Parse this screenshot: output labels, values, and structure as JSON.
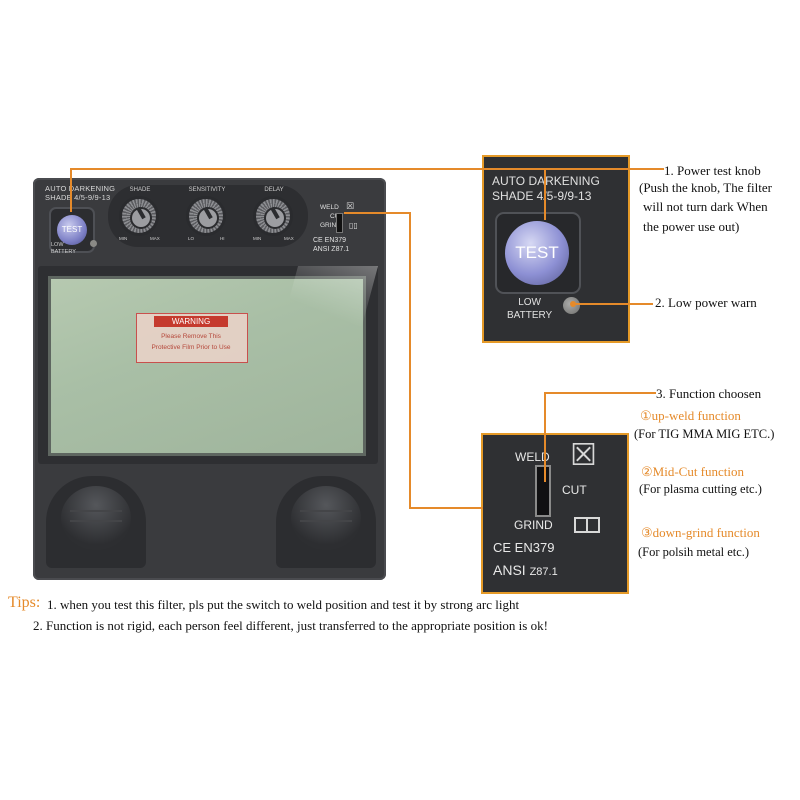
{
  "main_unit": {
    "brand_line1": "AUTO DARKENING",
    "brand_line2": "SHADE 4/5-9/9-13",
    "test_label": "TEST",
    "low_battery_line1": "LOW",
    "low_battery_line2": "BATTERY",
    "knobs": [
      {
        "label": "SHADE",
        "min": "MIN",
        "max": "MAX"
      },
      {
        "label": "SENSITIVITY",
        "min": "LO",
        "max": "HI"
      },
      {
        "label": "DELAY",
        "min": "MIN",
        "max": "MAX"
      }
    ],
    "weld": "WELD",
    "cut": "CUT",
    "grind": "GRIND",
    "en": "EN379",
    "ansi": "ANSI",
    "ansi_code": "Z87.1",
    "warning_title": "WARNING",
    "warning_line1": "Please Remove This",
    "warning_line2": "Protective Film Prior to Use"
  },
  "inset_test": {
    "title_line1": "AUTO DARKENING",
    "title_line2": "SHADE 4/5-9/9-13",
    "test_label": "TEST",
    "low_line1": "LOW",
    "low_line2": "BATTERY"
  },
  "inset_switch": {
    "weld": "WELD",
    "cut": "CUT",
    "grind": "GRIND",
    "en": "EN379",
    "ansi": "ANSI",
    "ansi_code": "Z87.1"
  },
  "annotations": {
    "a1_title": "1. Power test knob",
    "a1_line1": "(Push the knob, The filter",
    "a1_line2": "will not turn dark When",
    "a1_line3": "the power use out)",
    "a2": "2. Low power warn",
    "a3": "3. Function choosen",
    "f1_title": "①up-weld function",
    "f1_desc": "(For TIG MMA MIG ETC.)",
    "f2_title": "②Mid-Cut function",
    "f2_desc": "(For plasma cutting etc.)",
    "f3_title": "③down-grind function",
    "f3_desc": "(For polsih metal etc.)"
  },
  "tips": {
    "label": "Tips:",
    "line1": "1. when you test this filter, pls put the switch to weld position and test it by strong arc light",
    "line2": "2. Function is not rigid,  each person feel different,  just transferred to the appropriate position is ok!"
  },
  "colors": {
    "accent": "#e58a2a",
    "unit_body": "#3a3b3e",
    "lens": "#a9bfa6"
  },
  "icons": [
    "test-button-icon",
    "led-icon",
    "knob-icon",
    "crossed-bin-icon",
    "book-icon",
    "ear-cover-icon"
  ]
}
